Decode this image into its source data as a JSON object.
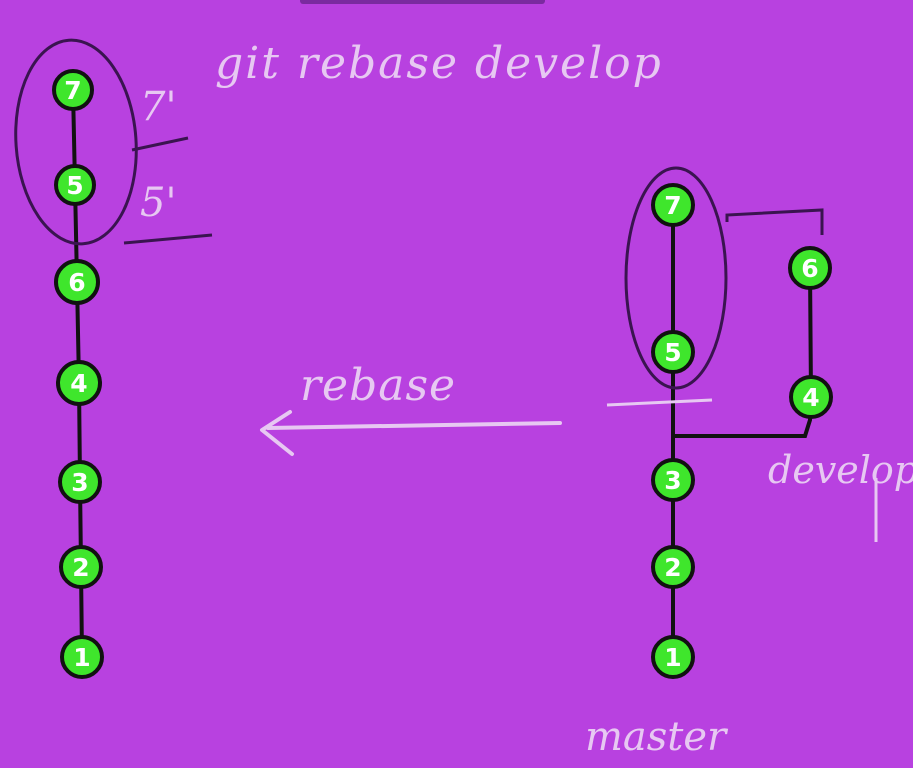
{
  "title_command": "git rebase develop",
  "arrow_label": "rebase",
  "left_branch": {
    "commits": [
      "7",
      "5",
      "6",
      "4",
      "3",
      "2",
      "1"
    ],
    "rebased_marks": [
      "7'",
      "5'"
    ]
  },
  "right_graph": {
    "master_commits": [
      "7",
      "5",
      "3",
      "2",
      "1"
    ],
    "develop_commits": [
      "6",
      "4"
    ],
    "develop_label": "develop",
    "master_label": "master"
  },
  "colors": {
    "background": "#b841e0",
    "node_fill": "#3fe62c",
    "node_stroke": "#111111",
    "handwriting": "#e7c8f2",
    "circle_outline": "#3a1450"
  }
}
